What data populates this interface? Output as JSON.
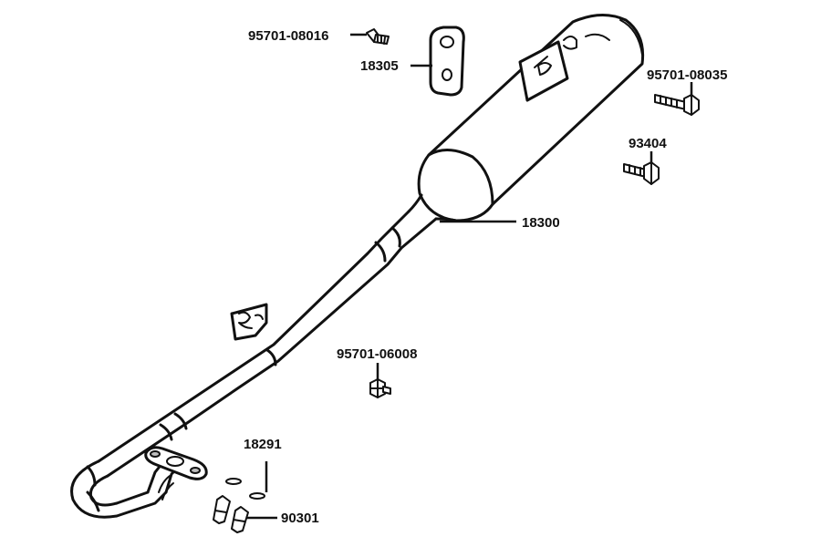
{
  "diagram": {
    "labels": {
      "screw_top_left": "95701-08016",
      "bracket": "18305",
      "bolt_right_top": "95701-08035",
      "bolt_right": "93404",
      "muffler": "18300",
      "bolt_center": "95701-06008",
      "gasket": "18291",
      "nut": "90301"
    }
  },
  "colors": {
    "line": "#111111",
    "background": "#ffffff",
    "shade": "#bdbdbd"
  }
}
